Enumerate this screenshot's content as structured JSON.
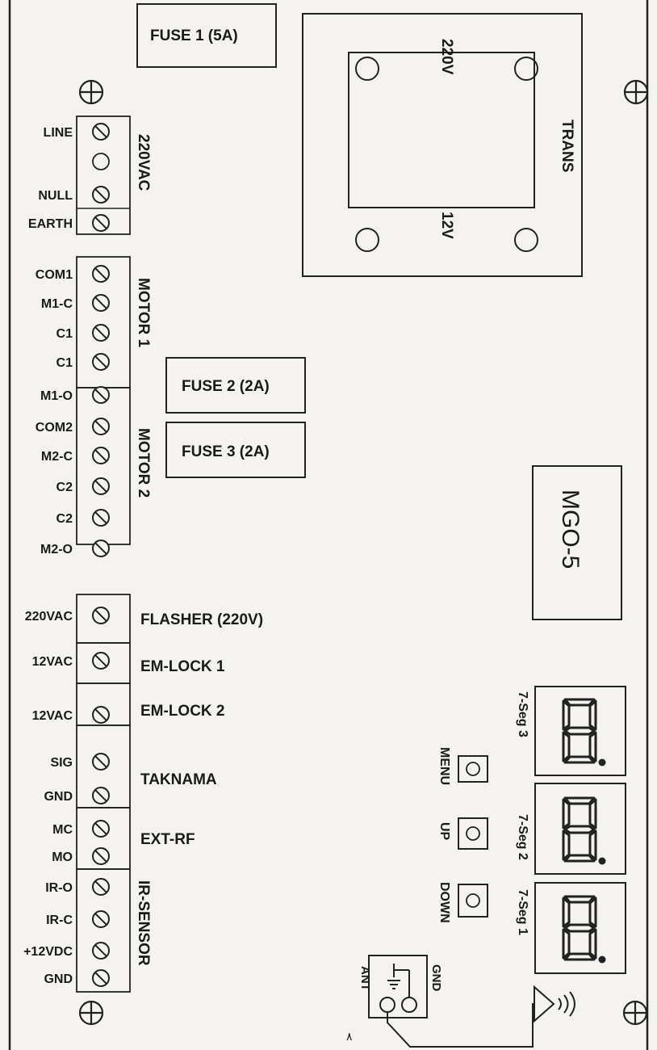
{
  "fuses": {
    "fuse1": "FUSE 1 (5A)",
    "fuse2": "FUSE 2 (2A)",
    "fuse3": "FUSE 3 (2A)"
  },
  "transformer": {
    "label": "TRANS",
    "v220": "220V",
    "v12": "12V"
  },
  "model": "MGO-5",
  "terminals": [
    "LINE",
    "NULL",
    "EARTH",
    "COM1",
    "M1-C",
    "C1",
    "C1",
    "M1-O",
    "COM2",
    "M2-C",
    "C2",
    "C2",
    "M2-O",
    "220VAC",
    "12VAC",
    "12VAC",
    "SIG",
    "GND",
    "MC",
    "MO",
    "IR-O",
    "IR-C",
    "+12VDC",
    "GND"
  ],
  "groups": {
    "power": "220VAC",
    "motor1": "MOTOR 1",
    "motor2": "MOTOR 2",
    "ir_sensor": "IR-SENSOR"
  },
  "outputs": {
    "flasher": "FLASHER (220V)",
    "emlock1": "EM-LOCK 1",
    "emlock2": "EM-LOCK 2",
    "taknama": "TAKNAMA",
    "extrf": "EXT-RF"
  },
  "buttons": {
    "menu": "MENU",
    "up": "UP",
    "down": "DOWN"
  },
  "displays": {
    "seg3": "7-Seg 3",
    "seg2": "7-Seg 2",
    "seg1": "7-Seg 1"
  },
  "antenna": {
    "ant": "ANT",
    "gnd": "GND"
  },
  "page_number": "۸"
}
